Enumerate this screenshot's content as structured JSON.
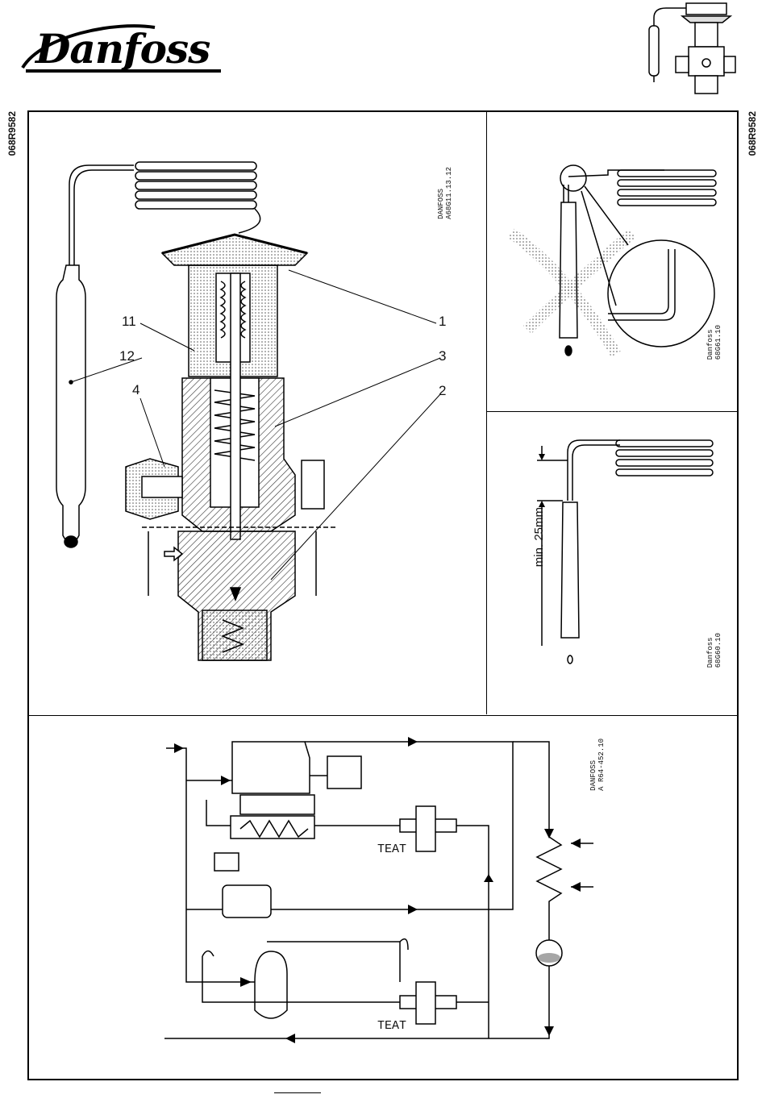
{
  "header": {
    "logo_text": "Danfoss",
    "doc_code_left": "068R9582",
    "doc_code_right": "068R9582"
  },
  "section_view": {
    "reference": "DANFOSS\nA68G11.13.12",
    "callouts": {
      "c1": "1",
      "c2": "2",
      "c3": "3",
      "c4": "4",
      "c11": "11",
      "c12": "12"
    }
  },
  "bulb_wrong": {
    "reference": "Danfoss\n68G61.10"
  },
  "bulb_distance": {
    "dimension_label": "min. 25mm",
    "reference": "Danfoss\n68G60.10"
  },
  "system_diagram": {
    "reference": "DANFOSS\nA R64-452.10",
    "valve_label_upper": "TEAT",
    "valve_label_lower": "TEAT"
  },
  "colors": {
    "line": "#000000",
    "stipple": "#bdbdbd",
    "hatch": "#333333"
  }
}
